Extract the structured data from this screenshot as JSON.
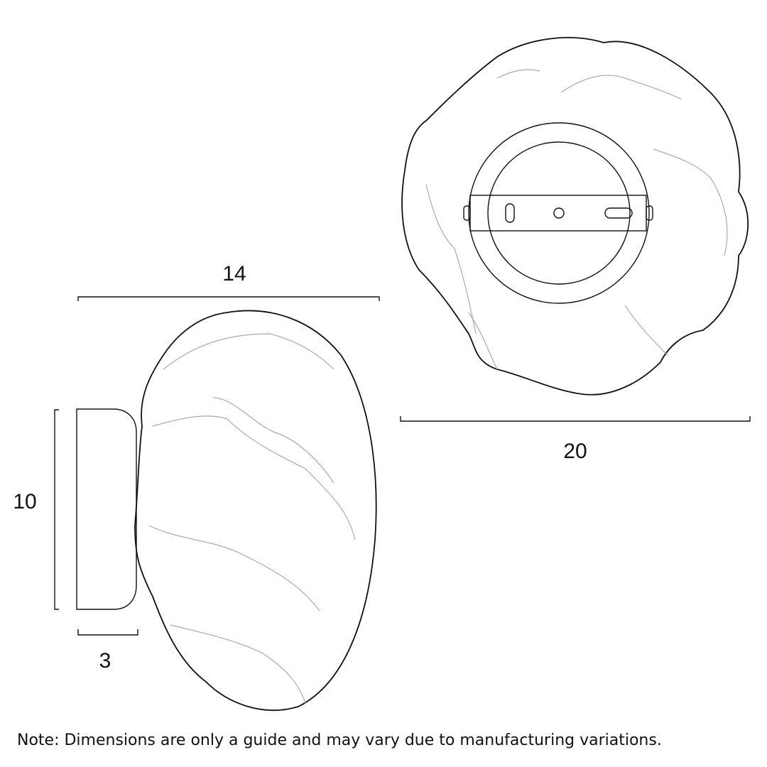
{
  "dimensions": {
    "side_width": "14",
    "back_width": "20",
    "height": "10",
    "base_depth": "3"
  },
  "note": "Note: Dimensions are only a guide and may vary due to manufacturing variations."
}
